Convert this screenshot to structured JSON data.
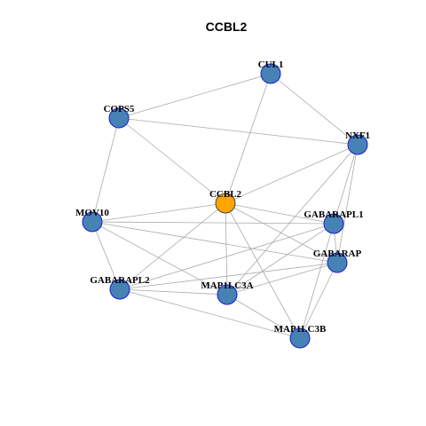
{
  "title": "CCBL2",
  "colors": {
    "center_fill": "#FFA500",
    "center_stroke": "#444444",
    "node_fill": "#4682B4",
    "node_stroke": "#1c1cd0",
    "edge": "#aaaaaa"
  },
  "network": {
    "center": "CCBL2",
    "nodes": [
      "CCBL2",
      "CUL1",
      "COPS5",
      "NXF1",
      "MOV10",
      "GABARAPL1",
      "GABARAP",
      "GABARAPL2",
      "MAP1LC3A",
      "MAP1LC3B"
    ],
    "edges": [
      [
        "CCBL2",
        "CUL1"
      ],
      [
        "CCBL2",
        "COPS5"
      ],
      [
        "CCBL2",
        "NXF1"
      ],
      [
        "CCBL2",
        "MOV10"
      ],
      [
        "CCBL2",
        "GABARAPL1"
      ],
      [
        "CCBL2",
        "GABARAP"
      ],
      [
        "CCBL2",
        "GABARAPL2"
      ],
      [
        "CCBL2",
        "MAP1LC3A"
      ],
      [
        "CCBL2",
        "MAP1LC3B"
      ],
      [
        "CUL1",
        "COPS5"
      ],
      [
        "CUL1",
        "NXF1"
      ],
      [
        "COPS5",
        "NXF1"
      ],
      [
        "COPS5",
        "MOV10"
      ],
      [
        "NXF1",
        "GABARAPL1"
      ],
      [
        "NXF1",
        "GABARAP"
      ],
      [
        "NXF1",
        "MAP1LC3A"
      ],
      [
        "MOV10",
        "GABARAPL1"
      ],
      [
        "MOV10",
        "GABARAP"
      ],
      [
        "MOV10",
        "GABARAPL2"
      ],
      [
        "MOV10",
        "MAP1LC3A"
      ],
      [
        "GABARAPL1",
        "GABARAP"
      ],
      [
        "GABARAPL1",
        "GABARAPL2"
      ],
      [
        "GABARAPL1",
        "MAP1LC3A"
      ],
      [
        "GABARAPL1",
        "MAP1LC3B"
      ],
      [
        "GABARAP",
        "GABARAPL2"
      ],
      [
        "GABARAP",
        "MAP1LC3A"
      ],
      [
        "GABARAP",
        "MAP1LC3B"
      ],
      [
        "GABARAPL2",
        "MAP1LC3A"
      ],
      [
        "GABARAPL2",
        "MAP1LC3B"
      ],
      [
        "MAP1LC3A",
        "MAP1LC3B"
      ]
    ]
  }
}
